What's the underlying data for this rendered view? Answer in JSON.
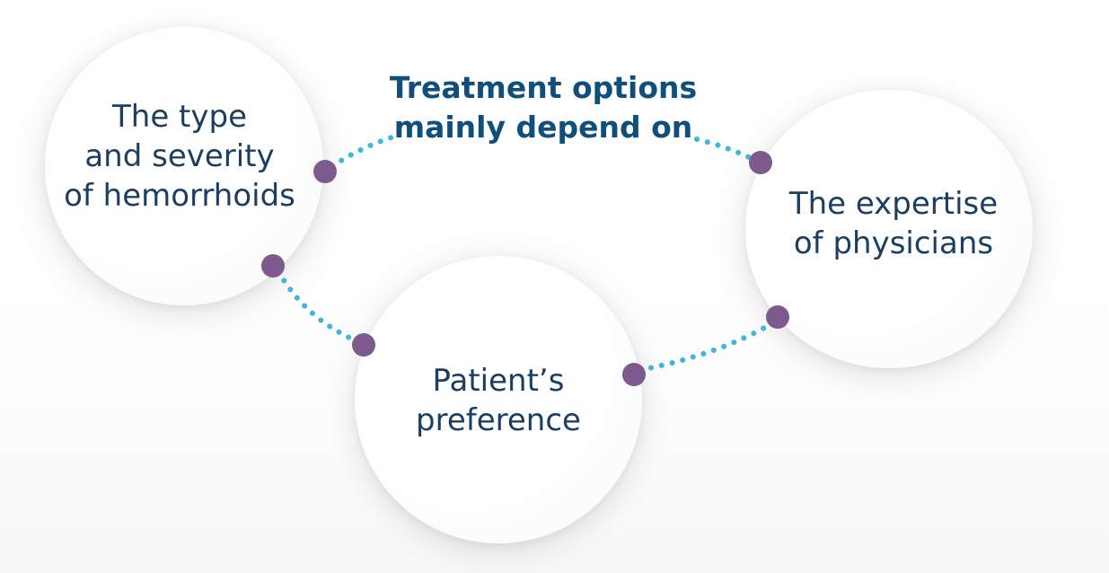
{
  "title": {
    "line1": "Treatment options",
    "line2": "mainly depend on"
  },
  "factors": [
    {
      "id": "type",
      "lines": [
        "The type",
        "and severity",
        "of hemorrhoids"
      ]
    },
    {
      "id": "patient",
      "lines": [
        "Patient’s",
        "preference"
      ]
    },
    {
      "id": "expertise",
      "lines": [
        "The expertise",
        "of physicians"
      ]
    }
  ],
  "colors": {
    "title": "#104f7b",
    "text": "#1d3e63",
    "connector": "#3fb6dc",
    "node": "#7d5a8d",
    "bubble": "#ffffff"
  }
}
